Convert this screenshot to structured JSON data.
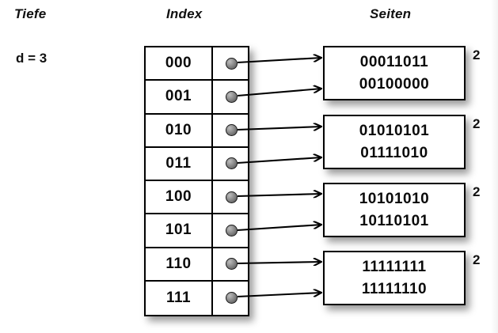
{
  "headers": {
    "depth": "Tiefe",
    "index": "Index",
    "pages": "Seiten"
  },
  "depth": {
    "label": "d = 3"
  },
  "index_table": {
    "rows": [
      {
        "key": "000",
        "pointer": "pointer-dot"
      },
      {
        "key": "001",
        "pointer": "pointer-dot"
      },
      {
        "key": "010",
        "pointer": "pointer-dot"
      },
      {
        "key": "011",
        "pointer": "pointer-dot"
      },
      {
        "key": "100",
        "pointer": "pointer-dot"
      },
      {
        "key": "101",
        "pointer": "pointer-dot"
      },
      {
        "key": "110",
        "pointer": "pointer-dot"
      },
      {
        "key": "111",
        "pointer": "pointer-dot"
      }
    ]
  },
  "pages": [
    {
      "line1": "00011011",
      "line2": "00100000",
      "count": "2"
    },
    {
      "line1": "01010101",
      "line2": "01111010",
      "count": "2"
    },
    {
      "line1": "10101010",
      "line2": "10110101",
      "count": "2"
    },
    {
      "line1": "11111111",
      "line2": "11111110",
      "count": "2"
    }
  ],
  "colors": {
    "background": "#ffffff",
    "stroke": "#000000",
    "text": "#0a0a0a",
    "dot": "#8e8e8e"
  }
}
